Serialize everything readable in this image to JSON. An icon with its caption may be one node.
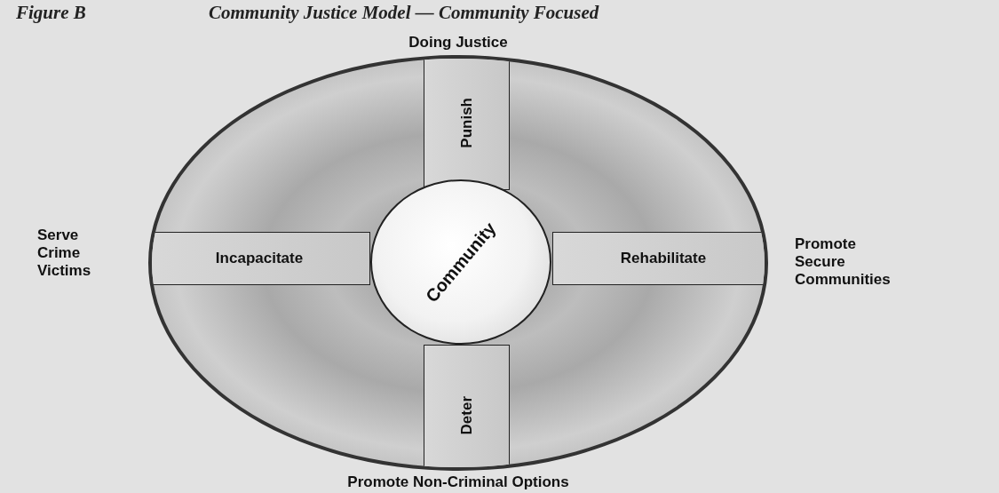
{
  "diagram": {
    "title": "Community Justice Model — Community Focused",
    "nodes": [
      {
        "text": [],
        "shape": "circle"
      },
      {
        "text": [
          "Punish"
        ],
        "in": 0
      },
      {
        "text": [
          "Incapacitate"
        ],
        "in": 0
      },
      {
        "text": [
          "Rehabilitate"
        ],
        "in": 0
      },
      {
        "text": [
          "Deter"
        ],
        "in": 0
      },
      {
        "text": [
          "Community"
        ],
        "in": 0
      }
    ],
    "edges": [],
    "labels": [
      "Figure B",
      "Doing Justice",
      "Serve Crime Victims",
      "Promote Secure Communities",
      "Promote Non-Criminal Options"
    ]
  }
}
